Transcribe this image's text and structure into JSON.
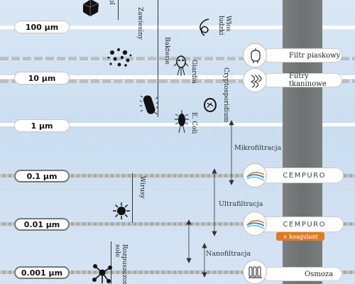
{
  "scale": {
    "ticks": [
      "100 µm",
      "10 µm",
      "1 µm",
      "0.1 µm",
      "0.01 µm",
      "0.001 µm"
    ]
  },
  "particles": {
    "pl_partial": "pl",
    "zawiesiny": "Zawiesiny",
    "bakterie": "Bakterie",
    "wlos": "Włos ludzki",
    "giardia": "Giardia",
    "cryptosporidium": "Cryptosporidium",
    "ecoli": "E. Coli",
    "wirusy": "Wirusy",
    "rozpuszczone": "Rozpuszczone sole"
  },
  "processes": {
    "mikrofiltracja": "Mikrofiltracja",
    "ultrafiltracja": "Ultrafiltracja",
    "nanofiltracja": "Nanofiltracja"
  },
  "filters": {
    "piaskowy": "Filtr piaskowy",
    "tkaninowe": "Filtry tkaninowe",
    "cempuro1": "CEMPURO",
    "cempuro2": "CEMPURO",
    "koagulant": "+ koagulant",
    "osmoza": "Osmoza"
  },
  "colors": {
    "accent_orange": "#e07a22",
    "column_gray": "#747778",
    "cempuro_blue": "#3a8fd6"
  }
}
